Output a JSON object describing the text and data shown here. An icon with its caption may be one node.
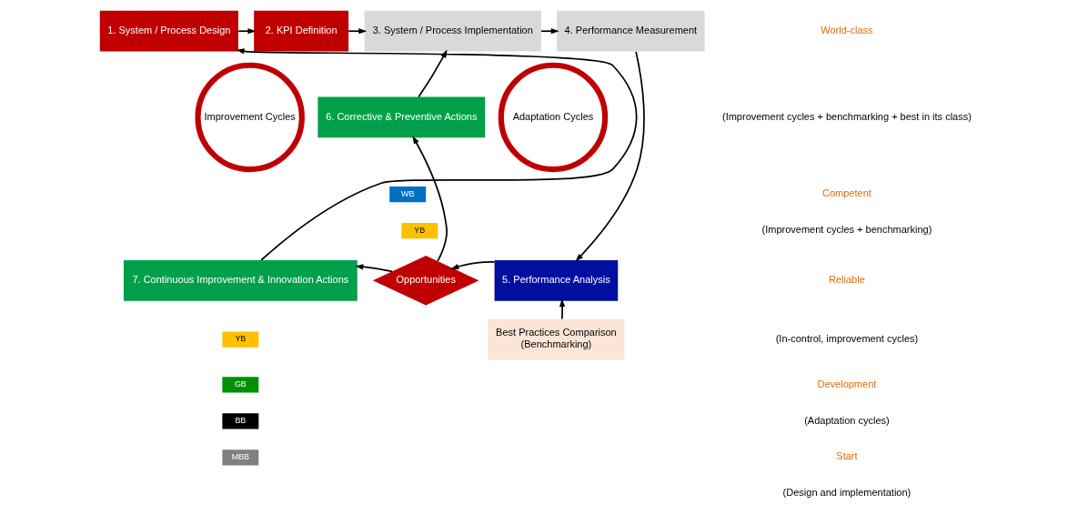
{
  "diagram": {
    "nodes": [
      {
        "text": [
          "1. System / Process Design"
        ]
      },
      {
        "text": [
          "2. KPI Definition"
        ]
      },
      {
        "text": [
          "3. System / Process Implementation"
        ]
      },
      {
        "text": [
          "4. Performance Measurement"
        ]
      },
      {
        "text": [
          "Improvement Cycles"
        ]
      },
      {
        "text": [
          "6. Corrective & Preventive Actions"
        ]
      },
      {
        "text": [
          "Adaptation Cycles"
        ]
      },
      {
        "text": [
          "WB"
        ]
      },
      {
        "text": [
          "YB"
        ]
      },
      {
        "text": [
          "7. Continuous Improvement & Innovation Actions"
        ]
      },
      {
        "text": [
          "Opportunities"
        ]
      },
      {
        "text": [
          "5. Performance Analysis"
        ]
      },
      {
        "text": [
          "YB"
        ]
      },
      {
        "text": [
          "GB"
        ]
      },
      {
        "text": [
          "BB"
        ]
      },
      {
        "text": [
          "MBB"
        ]
      },
      {
        "text": [
          "Best Practices Comparison",
          "(Benchmarking)"
        ]
      }
    ],
    "edges": [
      {
        "from": 0,
        "to": 1,
        "arrow": "to"
      },
      {
        "from": 1,
        "to": 2,
        "arrow": "to"
      },
      {
        "from": 2,
        "to": 3,
        "arrow": "to"
      },
      {
        "from": 3,
        "to": 11,
        "arrow": "to"
      },
      {
        "from": 16,
        "to": 11,
        "arrow": "to"
      },
      {
        "from": 11,
        "to": 10,
        "arrow": "to"
      },
      {
        "from": 10,
        "to": 9,
        "arrow": "to"
      },
      {
        "from": 10,
        "to": 5,
        "arrow": "to"
      },
      {
        "from": 5,
        "to": 2,
        "arrow": "to"
      },
      {
        "from": 9,
        "to": 0,
        "arrow": "to"
      }
    ],
    "labels": [
      "World-class",
      "(Improvement cycles + benchmarking + best in its class)",
      "Competent",
      "(Improvement cycles + benchmarking)",
      "Reliable",
      "(In-control, improvement cycles)",
      "Development",
      "(Adaptation cycles)",
      "Start",
      "(Design and implementation)"
    ]
  }
}
